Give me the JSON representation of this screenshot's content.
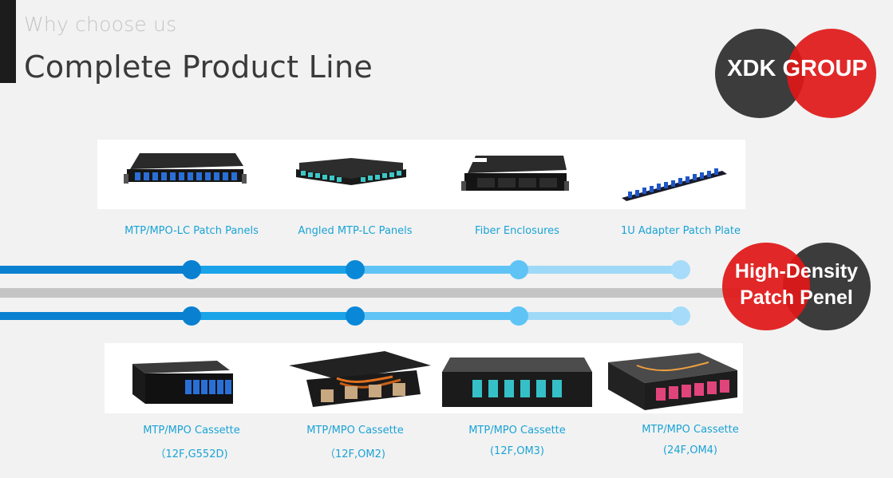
{
  "header": {
    "subtitle": "Why choose us",
    "title": "Complete Product Line"
  },
  "logo": {
    "text": "XDK GROUP"
  },
  "top_products": [
    {
      "label": "MTP/MPO-LC Patch Panels"
    },
    {
      "label": "Angled MTP-LC Panels"
    },
    {
      "label": "Fiber Enclosures"
    },
    {
      "label": "1U Adapter Patch Plate"
    }
  ],
  "badge": {
    "line1": "High-Density",
    "line2": "Patch Penel"
  },
  "bottom_products": [
    {
      "label": "MTP/MPO Cassette",
      "sublabel": "（12F,G552D)"
    },
    {
      "label": "MTP/MPO Cassette",
      "sublabel": "（12F,OM2)"
    },
    {
      "label": "MTP/MPO Cassette",
      "sublabel": "(12F,OM3)"
    },
    {
      "label": "MTP/MPO Cassette",
      "sublabel": "(24F,OM4)"
    }
  ],
  "colors": {
    "accent_dark": "#0a80d0",
    "accent_mid": "#1aa3e8",
    "accent_light": "#5fc4f5",
    "accent_pale": "#9fd9f8",
    "red": "#e01818",
    "dark": "#3c3c3c"
  }
}
